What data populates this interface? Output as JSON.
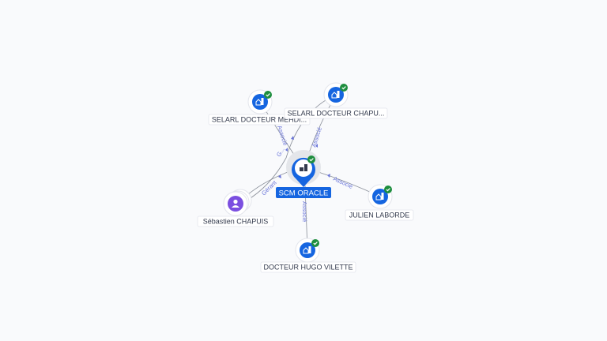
{
  "center": {
    "label": "SCM ORACLE"
  },
  "nodes": [
    {
      "id": "selarl-mehdi",
      "label": "SELARL DOCTEUR MEHDI...",
      "type": "company",
      "verified": true
    },
    {
      "id": "selarl-chapu",
      "label": "SELARL DOCTEUR CHAPU...",
      "type": "company",
      "verified": true
    },
    {
      "id": "sebastien",
      "label": "Sébastien CHAPUIS",
      "type": "person",
      "verified": false
    },
    {
      "id": "julien",
      "label": "JULIEN LABORDE",
      "type": "company",
      "verified": true
    },
    {
      "id": "hugo",
      "label": "DOCTEUR HUGO VILETTE",
      "type": "company",
      "verified": true
    }
  ],
  "edges": {
    "mehdi": "Associé",
    "chapu": "Associé",
    "sebastien_gerant": "Gérant",
    "sebastien_g": "G...",
    "julien": "Associé",
    "hugo": "Associé"
  },
  "colors": {
    "accent": "#1565e0",
    "check": "#1e8e3e",
    "person": "#7b4fe0",
    "edge": "#6a75d9"
  }
}
